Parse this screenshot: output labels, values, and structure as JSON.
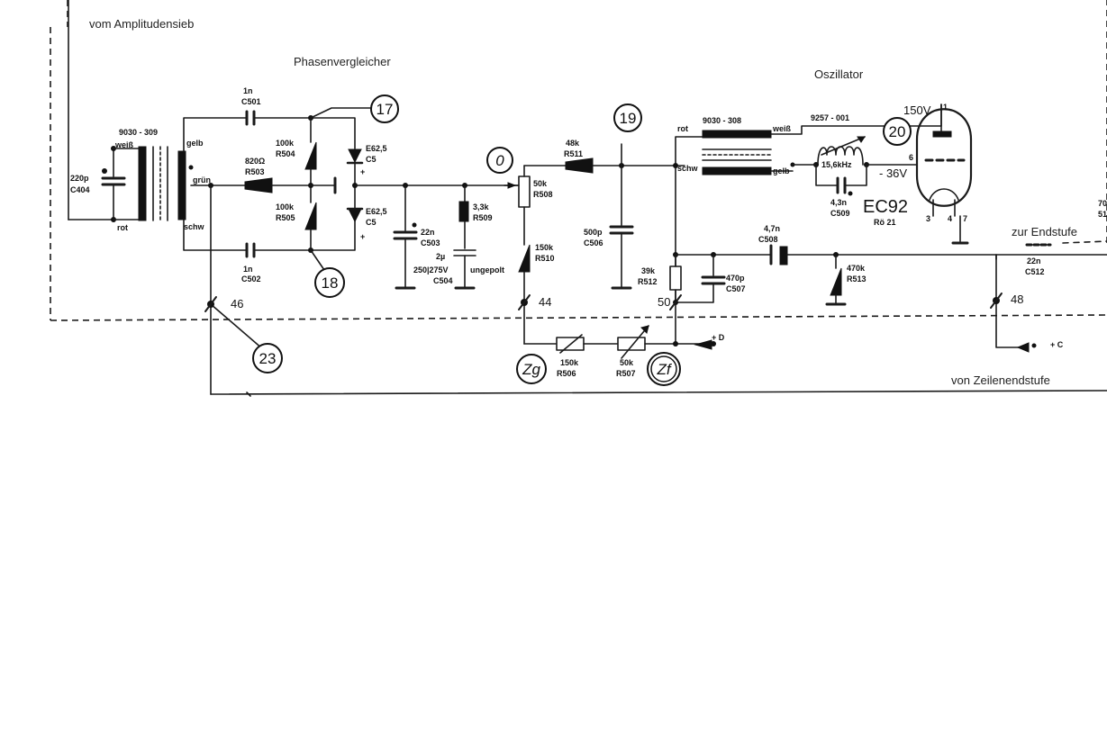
{
  "sections": {
    "amplitudensieb": "vom Amplitudensieb",
    "phasenvergleicher": "Phasenvergleicher",
    "oszillator": "Oszillator",
    "endstufe": "zur Endstufe",
    "zeilenendstufe": "von Zeilenendstufe"
  },
  "components": {
    "t1": "9030 - 309",
    "c404_val": "220p",
    "c404": "C404",
    "c501_val": "1n",
    "c501": "C501",
    "c502_val": "1n",
    "c502": "C502",
    "r504_val": "100k",
    "r504": "R504",
    "r505_val": "100k",
    "r505": "R505",
    "r503_val": "820Ω",
    "r503": "R503",
    "d1_val": "E62,5",
    "d1": "C5",
    "d2_val": "E62,5",
    "d2": "C5",
    "c503_val": "22n",
    "c503": "C503",
    "r509_val": "3,3k",
    "r509": "R509",
    "c504_val": "2µ",
    "c504_rating": "250|275V",
    "c504_type": "ungepolt",
    "c504": "C504",
    "r508_val": "50k",
    "r508": "R508",
    "r511_val": "48k",
    "r511": "R511",
    "r510_val": "150k",
    "r510": "R510",
    "c506_val": "500p",
    "c506": "C506",
    "t2": "9030 - 308",
    "l1": "9257 - 001",
    "freq": "15,6kHz",
    "c509_val": "4,3n",
    "c509": "C509",
    "r512_val": "39k",
    "r512": "R512",
    "c507_val": "470p",
    "c507": "C507",
    "c508_val": "4,7n",
    "c508": "C508",
    "r513_val": "470k",
    "r513": "R513",
    "c512_val": "22n",
    "c512": "C512",
    "r506_val": "150k",
    "r506": "R506",
    "r507_val": "50k",
    "r507": "R507",
    "tube": "EC92",
    "tube_ref": "Rö 21",
    "v150": "150V",
    "v36": "- 36V"
  },
  "wires": {
    "weiss1": "weiß",
    "gelb1": "gelb",
    "gruen": "grün",
    "rot1": "rot",
    "schw1": "schw",
    "rot2": "rot",
    "weiss2": "weiß",
    "schw2": "schw",
    "gelb2": "gelb"
  },
  "pins": {
    "p1": "1",
    "p6": "6",
    "p3": "3",
    "p4": "4",
    "p7": "7"
  },
  "nodes": {
    "n17": "17",
    "n18": "18",
    "n0": "0",
    "n19": "19",
    "n20": "20",
    "n23": "23",
    "zg": "Zg",
    "zf": "Zf"
  },
  "terminals": {
    "t46": "46",
    "t44": "44",
    "t50": "50",
    "t48": "48",
    "plus_d": "+ D",
    "plus_c": "+ C"
  },
  "edge": {
    "e1": "70",
    "e2": "51"
  }
}
